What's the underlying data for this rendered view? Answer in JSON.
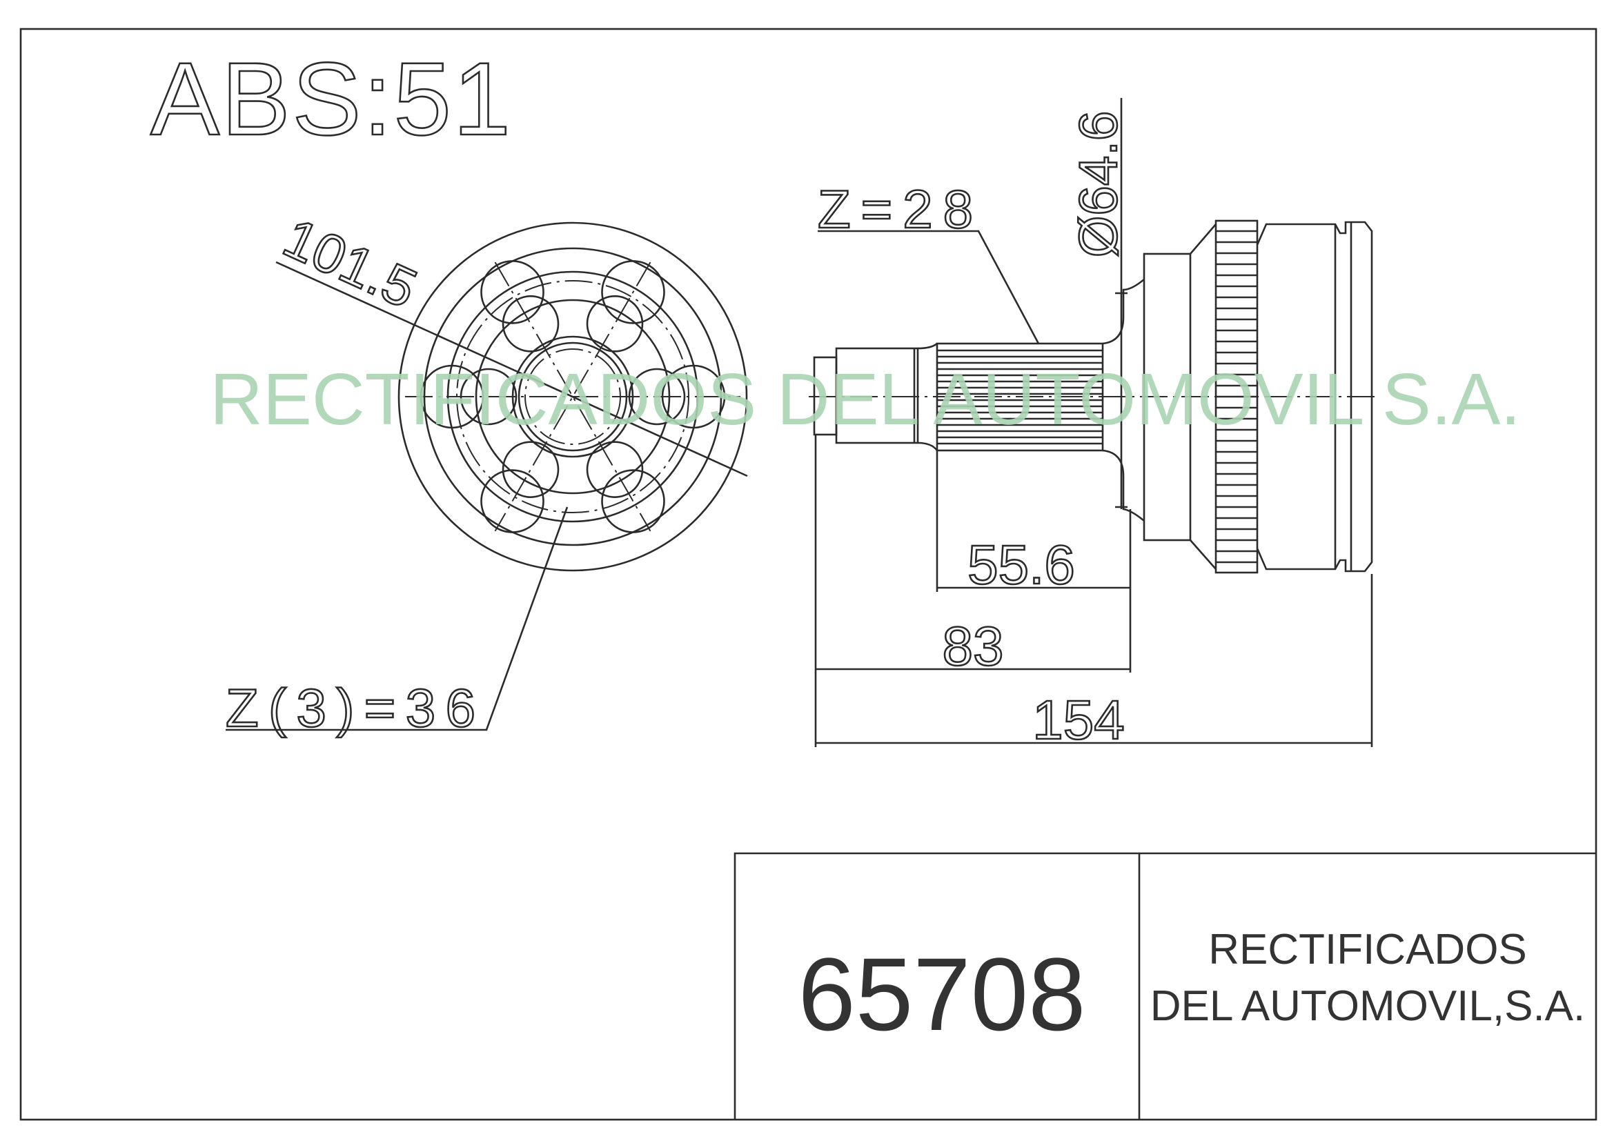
{
  "drawing": {
    "abs_label": "ABS:51",
    "left_view": {
      "diameter_dim": "101.5",
      "teeth_label": "Z(3)=36"
    },
    "side_view": {
      "spline_label": "Z=28",
      "flange_diameter": "Ø64.6",
      "dim_spline_length": "55.6",
      "dim_shaft_length": "83",
      "dim_total_length": "154"
    }
  },
  "title_block": {
    "part_number": "65708",
    "company_line1": "RECTIFICADOS",
    "company_line2": "DEL AUTOMOVIL,S.A."
  },
  "watermark": "RECTIFICADOS DEL AUTOMOVIL S.A.",
  "colors": {
    "line": "#2b2b2b",
    "watermark": "#a9d4b2"
  }
}
